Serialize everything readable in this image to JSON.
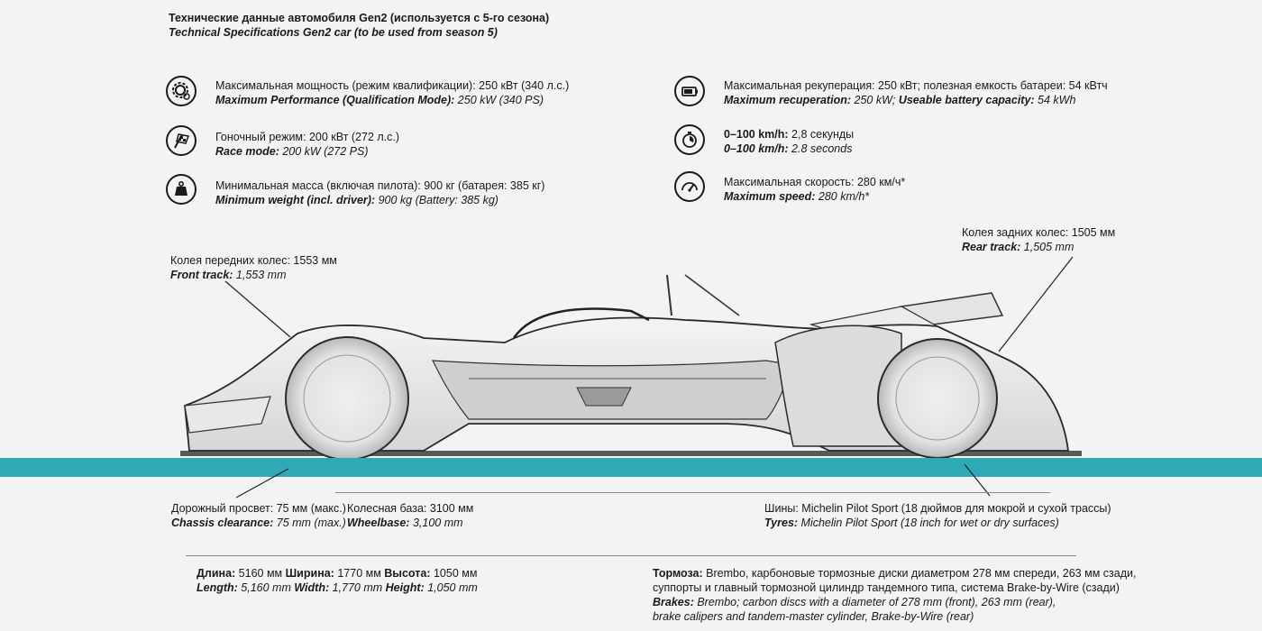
{
  "header": {
    "title_ru": "Технические данные автомобиля Gen2 (используется с 5-го сезона)",
    "title_en": "Technical Specifications Gen2 car (to be used from season 5)"
  },
  "specs": [
    {
      "icon": "gear-cog-icon",
      "ru_label": "Максимальная мощность (режим квалификации):",
      "ru_value": " 250 кВт (340 л.с.)",
      "en_label": "Maximum Performance (Qualification Mode):",
      "en_value": " 250 kW (340 PS)"
    },
    {
      "icon": "checkered-flag-icon",
      "ru_label": "Гоночный режим:",
      "ru_value": " 200 кВт (272 л.с.)",
      "en_label": "Race mode:",
      "en_value": " 200 kW (272 PS)"
    },
    {
      "icon": "weight-icon",
      "ru_label": "Минимальная масса (включая пилота):",
      "ru_value": " 900 кг (батарея: 385 кг)",
      "en_label": "Minimum weight (incl. driver):",
      "en_value": " 900 kg (Battery: 385 kg)"
    },
    {
      "icon": "battery-icon",
      "ru_label": "Максимальная рекуперация:",
      "ru_value": " 250 кВт; полезная емкость батареи: 54 кВтч",
      "en_label": "Maximum recuperation:",
      "en_value": " 250 kW; ",
      "en_label2": "Useable battery capacity:",
      "en_value2": " 54 kWh"
    },
    {
      "icon": "stopwatch-icon",
      "ru_label": "0–100 km/h:",
      "ru_value": " 2,8 секунды",
      "en_label": "0–100 km/h:",
      "en_value": " 2.8 seconds"
    },
    {
      "icon": "speedometer-icon",
      "ru_label": "Максимальная скорость:",
      "ru_value": " 280 км/ч*",
      "en_label": "Maximum speed:",
      "en_value": " 280 km/h*"
    }
  ],
  "callouts": {
    "front_track": {
      "ru_label": "Колея передних колес:",
      "ru_value": " 1553 мм",
      "en_label": "Front track:",
      "en_value": " 1,553 mm"
    },
    "rear_track": {
      "ru_label": "Колея задних колес:",
      "ru_value": " 1505 мм",
      "en_label": "Rear track:",
      "en_value": " 1,505 mm"
    },
    "clearance": {
      "ru_label": "Дорожный просвет:",
      "ru_value": " 75 мм (макс.)",
      "en_label": "Chassis clearance:",
      "en_value": " 75 mm (max.)"
    },
    "wheelbase": {
      "ru_label": "Колесная база:",
      "ru_value": " 3100 мм",
      "en_label": "Wheelbase:",
      "en_value": " 3,100 mm"
    },
    "tyres": {
      "ru_label": "Шины:",
      "ru_value": " Michelin Pilot Sport (18 дюймов для мокрой и сухой трассы)",
      "en_label": "Tyres:",
      "en_value": " Michelin Pilot Sport (18 inch for wet or dry surfaces)"
    }
  },
  "dimensions": {
    "ru_l": "Длина:",
    "ru_lv": " 5160 мм ",
    "ru_w": "Ширина:",
    "ru_wv": " 1770 мм ",
    "ru_h": "Высота:",
    "ru_hv": " 1050 мм",
    "en_l": "Length:",
    "en_lv": " 5,160 mm ",
    "en_w": "Width:",
    "en_wv": " 1,770 mm ",
    "en_h": "Height:",
    "en_hv": " 1,050 mm"
  },
  "brakes": {
    "ru_label": "Тормоза:",
    "ru_line1": " Brembo, карбоновые тормозные диски диаметром 278 мм спереди, 263 мм сзади,",
    "ru_line2": "суппорты и главный тормозной цилиндр тандемного типа, система Brake-by-Wire (сзади)",
    "en_label": "Brakes:",
    "en_line1": " Brembo; carbon discs with a diameter of 278 mm (front), 263 mm (rear),",
    "en_line2": "brake calipers and tandem-master cylinder, Brake-by-Wire (rear)"
  },
  "colors": {
    "accent": "#2ea9b5",
    "background": "#f3f3f3",
    "ink": "#1a1a1a"
  }
}
